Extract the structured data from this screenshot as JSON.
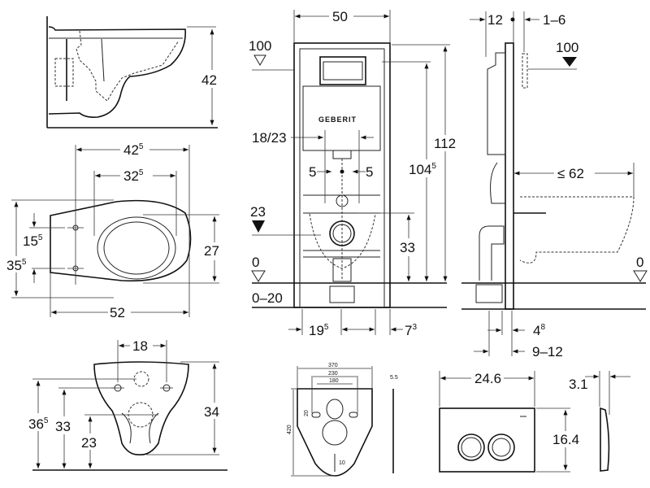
{
  "brand_logo_text": "GEBERIT",
  "views": {
    "toilet_side": {
      "height": "42"
    },
    "toilet_top": {
      "fixing_outer": "42",
      "fixing_outer_sup": "5",
      "fixing_inner": "32",
      "fixing_inner_sup": "5",
      "bolt_spacing": "15",
      "bolt_spacing_sup": "5",
      "width": "35",
      "width_sup": "5",
      "bowl_width": "27",
      "length": "52"
    },
    "toilet_back": {
      "bolt_spacing": "18",
      "flush_inlet_height": "36",
      "flush_inlet_height_sup": "5",
      "bolt_height": "33",
      "outlet_height": "23",
      "total_height": "34"
    },
    "frame_front": {
      "width": "50",
      "flush_plate_level": "100",
      "opening": "18/23",
      "offset_left": "5",
      "offset_right": "5",
      "frame_height": "112",
      "tank_height": "104",
      "tank_height_sup": "5",
      "supply_level": "23",
      "outlet_level": "33",
      "floor_level": "0",
      "floor_adjust": "0–20",
      "foot_offset": "19",
      "foot_offset_sup": "5",
      "foot_width": "7",
      "foot_width_sup": "3"
    },
    "frame_side": {
      "depth": "12",
      "panel": "1–6",
      "flush_plate_level": "100",
      "projection": "≤ 62",
      "floor_level": "0",
      "foot_depth": "4",
      "foot_depth_sup": "8",
      "wall_gap": "9–12"
    },
    "sound_mat": {
      "width": "370",
      "hole_spacing_outer": "230",
      "hole_spacing_inner": "180",
      "slot_height": "20",
      "height": "420",
      "bottom_slot": "10",
      "thickness": "5.5"
    },
    "flush_plate": {
      "width": "24.6",
      "height": "16.4",
      "depth": "3.1"
    }
  }
}
